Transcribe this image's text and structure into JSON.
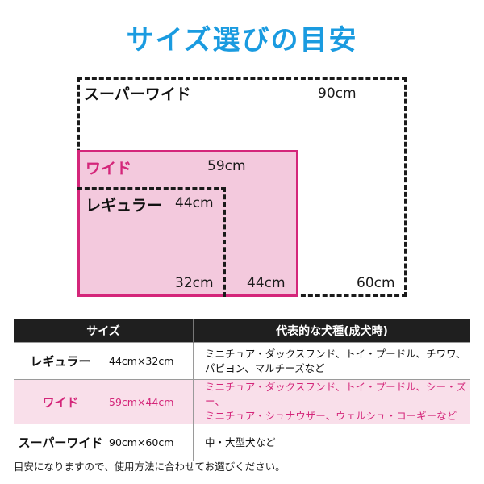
{
  "title": "サイズ選びの目安",
  "diagram": {
    "super_wide": {
      "name": "スーパーワイド",
      "width": "90cm",
      "height": "60cm"
    },
    "wide": {
      "name": "ワイド",
      "width": "59cm",
      "height": "44cm"
    },
    "regular": {
      "name": "レギュラー",
      "width": "44cm",
      "height": "32cm"
    }
  },
  "table": {
    "headers": [
      "サイズ",
      "代表的な犬種(成犬時)"
    ],
    "rows": [
      {
        "name": "レギュラー",
        "size": "44cm×32cm",
        "breeds": [
          "ミニチュア・ダックスフンド、トイ・プードル、チワワ、",
          "パピヨン、マルチーズなど"
        ]
      },
      {
        "name": "ワイド",
        "size": "59cm×44cm",
        "breeds": [
          "ミニチュア・ダックスフンド、トイ・プードル、シー・ズー、",
          "ミニチュア・シュナウザー、ウェルシュ・コーギーなど"
        ]
      },
      {
        "name": "スーパーワイド",
        "size": "90cm×60cm",
        "breeds": [
          "中・大型犬など"
        ]
      }
    ]
  },
  "note": "目安になりますので、使用方法に合わせてお選びください。",
  "colors": {
    "title": "#1a9be0",
    "accent": "#d4267a",
    "wide_fill": "#f3c9dd",
    "header_bg": "#1f1f1f"
  }
}
